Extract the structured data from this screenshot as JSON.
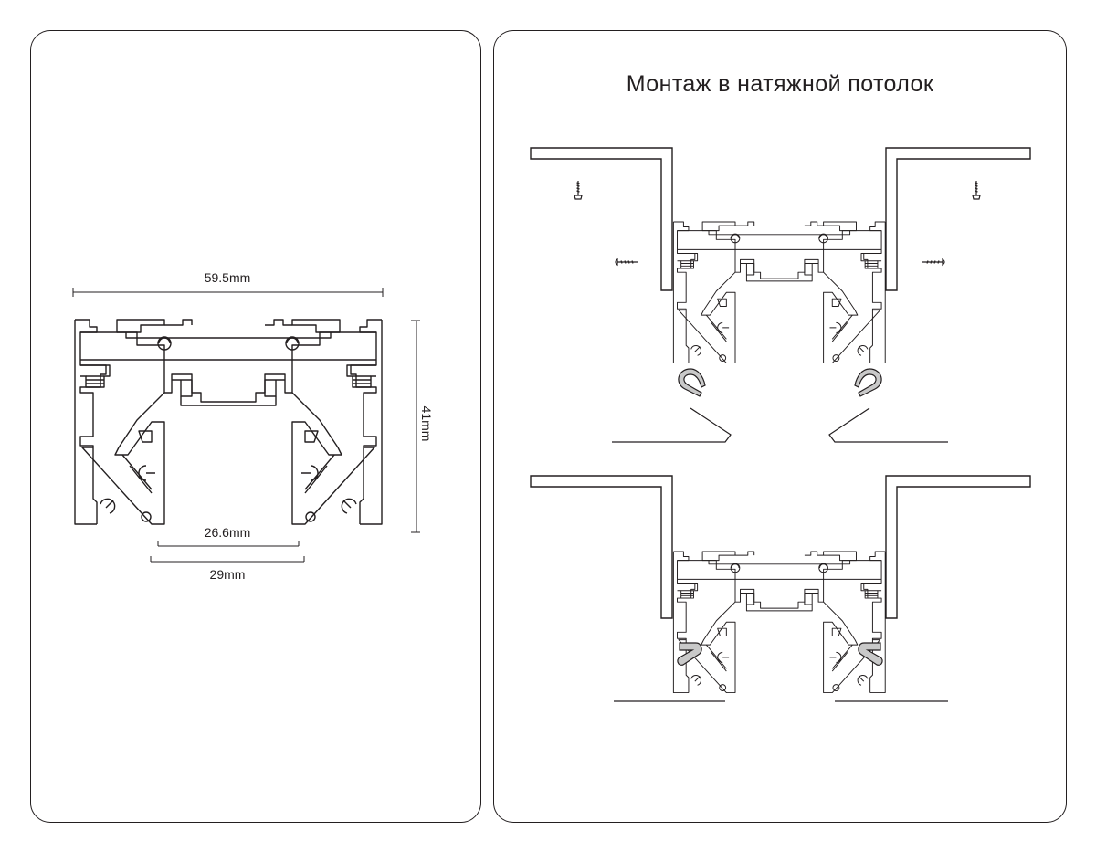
{
  "profile_panel": {
    "dimensions": {
      "width": "59.5mm",
      "height": "41mm",
      "inner_width": "26.6mm",
      "opening_width": "29mm"
    }
  },
  "installation_panel": {
    "title": "Монтаж в натяжной потолок"
  }
}
